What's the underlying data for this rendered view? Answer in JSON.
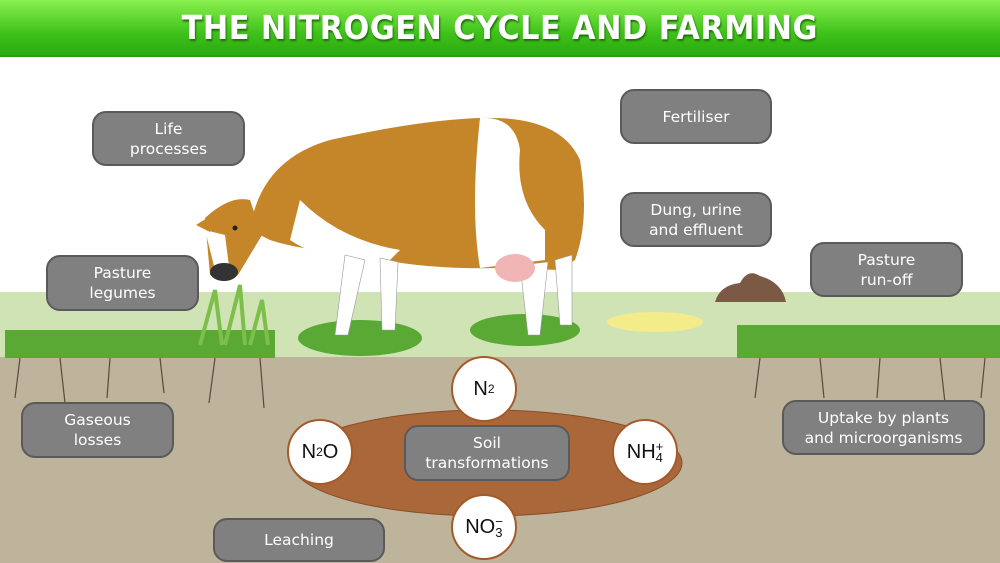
{
  "title": "THE NITROGEN CYCLE AND FARMING",
  "labels": {
    "life_processes": [
      "Life",
      "processes"
    ],
    "fertiliser": [
      "Fertiliser"
    ],
    "dung": [
      "Dung, urine",
      "and effluent"
    ],
    "pasture_legumes": [
      "Pasture",
      "legumes"
    ],
    "runoff": [
      "Pasture",
      "run-off"
    ],
    "gaseous": [
      "Gaseous",
      "losses"
    ],
    "uptake": [
      "Uptake by plants",
      "and microorganisms"
    ],
    "leaching": [
      "Leaching"
    ],
    "soil": [
      "Soil",
      "transformations"
    ]
  },
  "chemicals": {
    "n2": {
      "base": "N",
      "sub": "2"
    },
    "n2o": {
      "base": "N",
      "sub": "2",
      "tail": "O"
    },
    "nh4": {
      "base": "NH",
      "sub": "4",
      "sup": "+"
    },
    "no3": {
      "base": "NO",
      "sub": "3",
      "sup": "−"
    }
  },
  "colors": {
    "header": "#3fc21a",
    "soil": "#bdb49b",
    "box": "#808080",
    "ring": "#a9673a"
  }
}
